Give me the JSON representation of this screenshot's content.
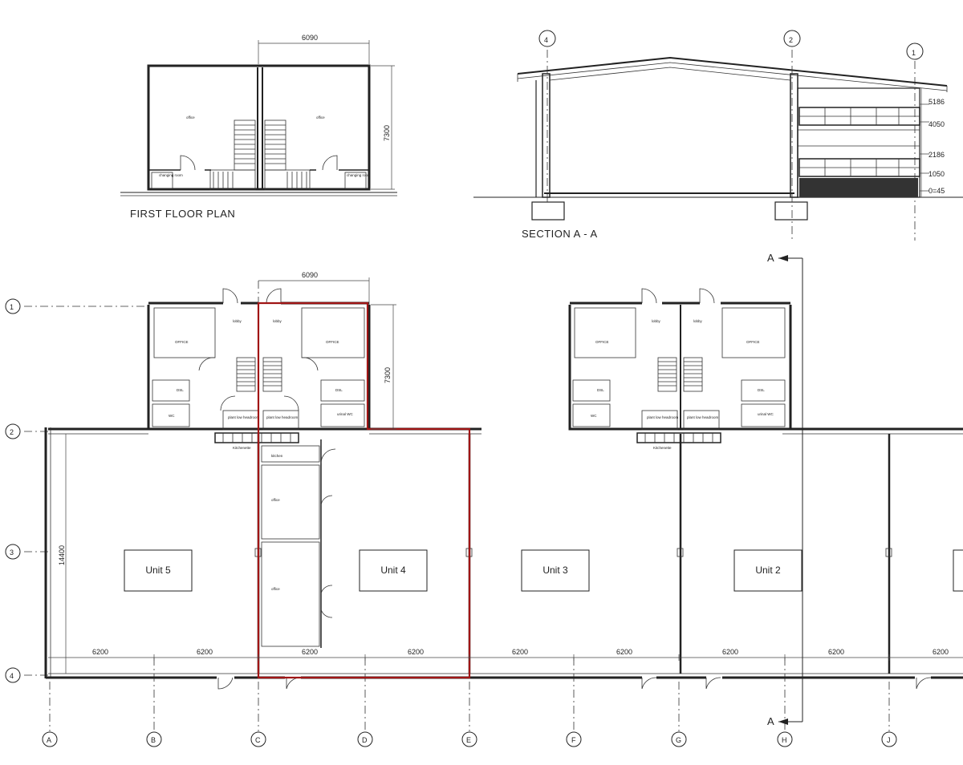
{
  "first_floor": {
    "title": "FIRST FLOOR PLAN",
    "dim_width": "6090",
    "dim_depth": "7300",
    "rooms": [
      "office",
      "office"
    ],
    "small_rooms": [
      "changing room",
      "changing room"
    ]
  },
  "section": {
    "title": "SECTION  A  -  A",
    "grid_refs": [
      "4",
      "2",
      "1"
    ],
    "levels": [
      "5186",
      "4050",
      "2186",
      "1050",
      "0=45"
    ]
  },
  "ground_floor": {
    "top_dim": "6090",
    "side_dim": "7300",
    "depth_dim": "14400",
    "row_labels": [
      "1",
      "2",
      "3",
      "4"
    ],
    "col_labels": [
      "A",
      "B",
      "C",
      "D",
      "E",
      "F",
      "G",
      "H",
      "J"
    ],
    "bay_dims": [
      "6200",
      "6200",
      "6200",
      "6200",
      "6200",
      "6200",
      "6200",
      "6200",
      "6200"
    ],
    "units": [
      "Unit 5",
      "Unit 4",
      "Unit 3",
      "Unit 2"
    ],
    "core_rooms": [
      "OFFICE",
      "lobby",
      "lobby",
      "OFFICE"
    ],
    "wc": [
      "DSL",
      "WC",
      "DSL",
      "urinal WC"
    ],
    "plant": [
      "plant low headroom",
      "plant low headroom"
    ],
    "kitchenette": "Kitchenette",
    "internal_rooms": [
      "kitchen",
      "office",
      "office"
    ],
    "section_marks": [
      "A",
      "A"
    ]
  }
}
